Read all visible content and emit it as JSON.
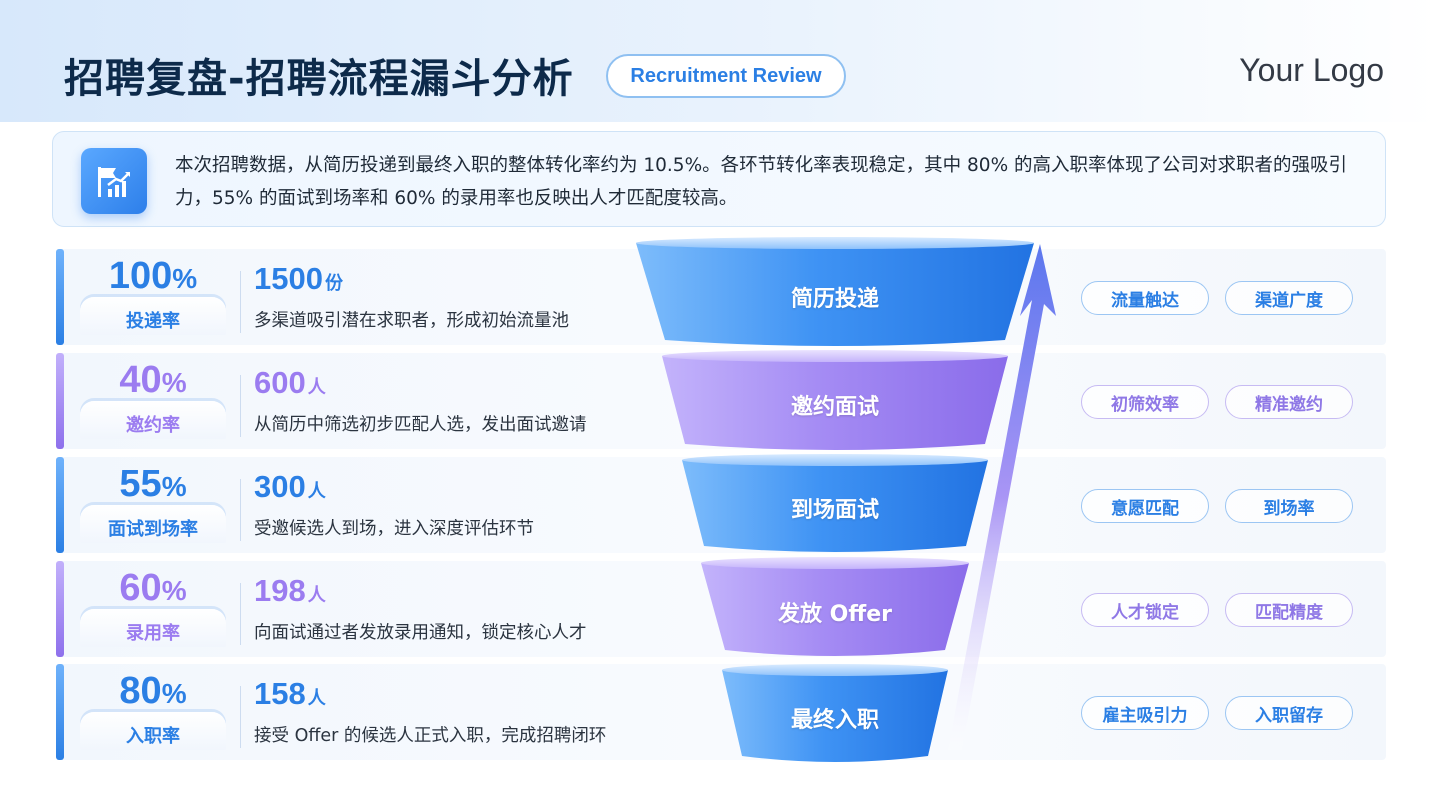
{
  "header": {
    "title": "招聘复盘-招聘流程漏斗分析",
    "subtitle_pill": "Recruitment Review",
    "logo": "Your Logo"
  },
  "summary": {
    "icon": "chart-flag-icon",
    "text": "本次招聘数据，从简历投递到最终入职的整体转化率约为 10.5%。各环节转化率表现稳定，其中 80% 的高入职率体现了公司对求职者的强吸引力，55% 的面试到场率和 60% 的录用率也反映出人才匹配度较高。"
  },
  "colors": {
    "blue": "#2b7fe4",
    "purple": "#9b7cf0"
  },
  "stages": [
    {
      "rate": "100",
      "rate_unit": "%",
      "rate_label": "投递率",
      "count": "1500",
      "count_unit": "份",
      "desc": "多渠道吸引潜在求职者，形成初始流量池",
      "funnel_label": "简历投递",
      "tags": [
        "流量触达",
        "渠道广度"
      ],
      "theme": "blue"
    },
    {
      "rate": "40",
      "rate_unit": "%",
      "rate_label": "邀约率",
      "count": "600",
      "count_unit": "人",
      "desc": "从简历中筛选初步匹配人选，发出面试邀请",
      "funnel_label": "邀约面试",
      "tags": [
        "初筛效率",
        "精准邀约"
      ],
      "theme": "purple"
    },
    {
      "rate": "55",
      "rate_unit": "%",
      "rate_label": "面试到场率",
      "count": "300",
      "count_unit": "人",
      "desc": "受邀候选人到场，进入深度评估环节",
      "funnel_label": "到场面试",
      "tags": [
        "意愿匹配",
        "到场率"
      ],
      "theme": "blue"
    },
    {
      "rate": "60",
      "rate_unit": "%",
      "rate_label": "录用率",
      "count": "198",
      "count_unit": "人",
      "desc": "向面试通过者发放录用通知，锁定核心人才",
      "funnel_label": "发放 Offer",
      "tags": [
        "人才锁定",
        "匹配精度"
      ],
      "theme": "purple"
    },
    {
      "rate": "80",
      "rate_unit": "%",
      "rate_label": "入职率",
      "count": "158",
      "count_unit": "人",
      "desc": "接受 Offer 的候选人正式入职，完成招聘闭环",
      "funnel_label": "最终入职",
      "tags": [
        "雇主吸引力",
        "入职留存"
      ],
      "theme": "blue"
    }
  ]
}
